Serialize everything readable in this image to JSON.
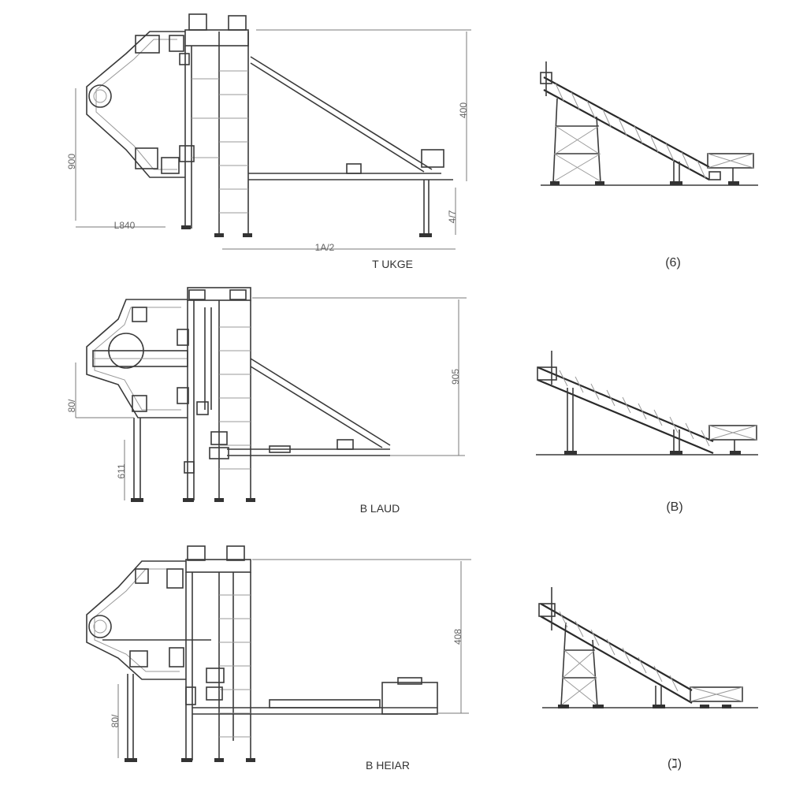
{
  "rows": [
    {
      "caption": "T UKGE",
      "tag": "(6)",
      "dims": {
        "left_vertical": "900",
        "bottom_left": "L840",
        "bottom_span": "1A/2",
        "right_tall": "400",
        "right_short": "4/7"
      }
    },
    {
      "caption": "B LAUD",
      "tag": "(B)",
      "dims": {
        "left_vertical": "80/",
        "left_lower": "611",
        "right_tall": "905"
      }
    },
    {
      "caption": "B HEIAR",
      "tag": "(ℷ)",
      "dims": {
        "left_lower": "80/",
        "right_tall": "408"
      }
    }
  ]
}
